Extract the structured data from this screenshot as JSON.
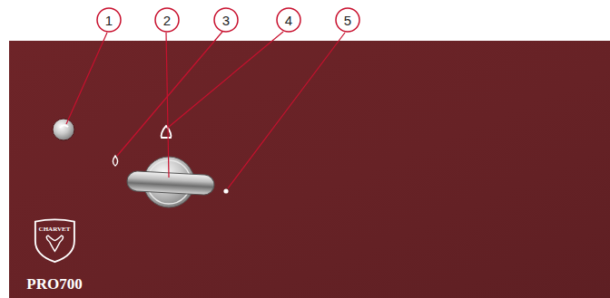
{
  "diagram": {
    "nodes": [
      {
        "text": [
          "CHARVET"
        ]
      }
    ],
    "labels": [
      "1",
      "2",
      "3",
      "4",
      "5",
      "PRO700"
    ]
  }
}
